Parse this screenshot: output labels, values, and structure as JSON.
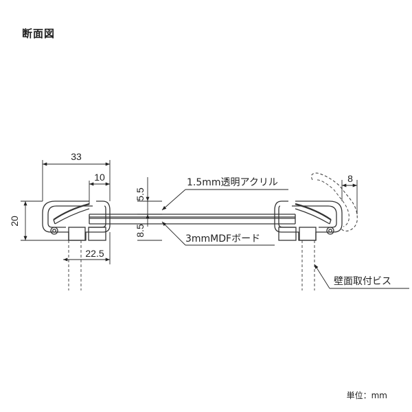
{
  "page": {
    "title": "断面図",
    "unit_note": "単位：mm"
  },
  "dimensions": {
    "overall_width": "33",
    "profile_top": "10",
    "height": "20",
    "layer_top": "5.5",
    "layer_bottom": "8.5",
    "mount_offset": "22.5",
    "wall_gap": "8"
  },
  "callouts": {
    "acrylic": "1.5mm透明アクリル",
    "mdf_board": "3mmMDFボード",
    "wall_screw": "壁面取付ビス"
  }
}
